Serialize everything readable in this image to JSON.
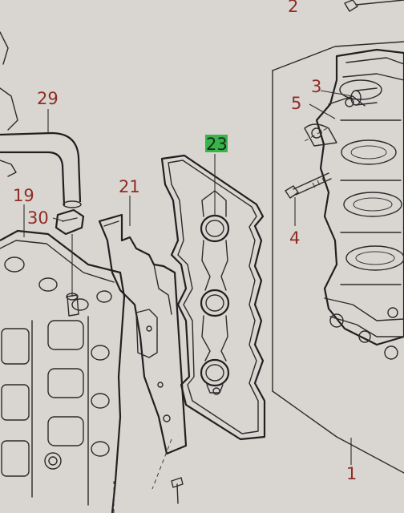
{
  "diagram": {
    "callouts": [
      {
        "id": "2",
        "label": "2",
        "highlighted": false
      },
      {
        "id": "3",
        "label": "3",
        "highlighted": false
      },
      {
        "id": "5",
        "label": "5",
        "highlighted": false
      },
      {
        "id": "4",
        "label": "4",
        "highlighted": false
      },
      {
        "id": "29",
        "label": "29",
        "highlighted": false
      },
      {
        "id": "23",
        "label": "23",
        "highlighted": true
      },
      {
        "id": "21",
        "label": "21",
        "highlighted": false
      },
      {
        "id": "19",
        "label": "19",
        "highlighted": false
      },
      {
        "id": "30",
        "label": "30",
        "highlighted": false
      },
      {
        "id": "1",
        "label": "1",
        "highlighted": false
      }
    ],
    "colors": {
      "paper": "#d9d6d2",
      "line": "#2b2b2b",
      "callout_text": "#8f2c24",
      "highlight": "#37b44a"
    }
  }
}
